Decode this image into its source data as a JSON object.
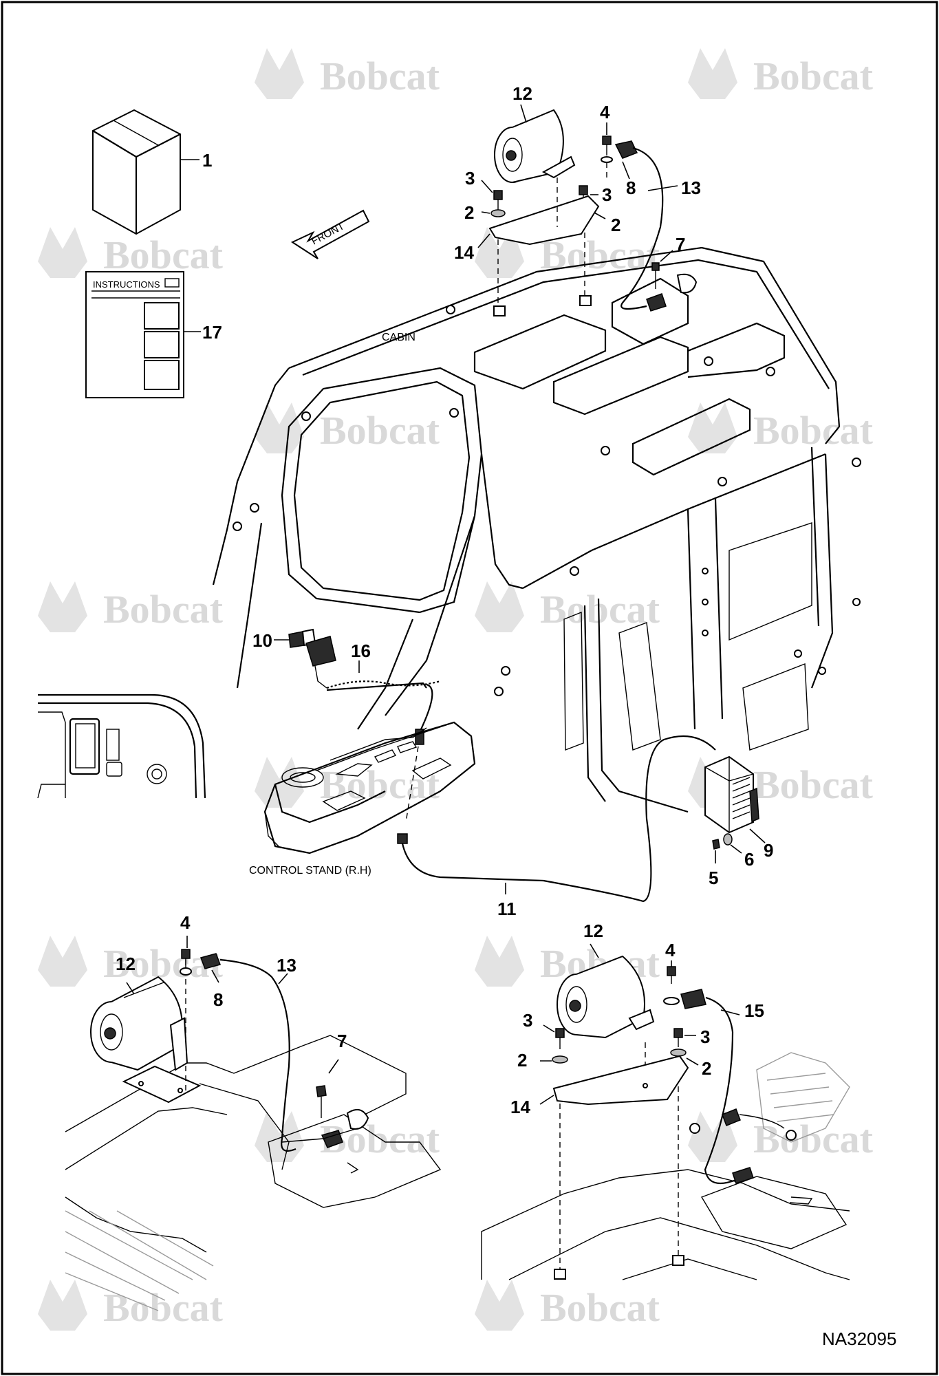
{
  "diagram": {
    "figure_id": "NA32095",
    "watermark_text": "Bobcat",
    "area_labels": {
      "cabin": "CABIN",
      "control_stand": "CONTROL STAND (R.H)",
      "front_arrow": "FRONT",
      "instructions": "INSTRUCTIONS"
    },
    "callouts": {
      "c1": "1",
      "c17": "17",
      "c12_top": "12",
      "c4_top": "4",
      "c3_top_left": "3",
      "c3_top_right": "3",
      "c8_top": "8",
      "c13_top": "13",
      "c2_top_left": "2",
      "c2_top_right": "2",
      "c14_top": "14",
      "c7_top": "7",
      "c10": "10",
      "c16": "16",
      "c9": "9",
      "c6": "6",
      "c5": "5",
      "c11": "11",
      "c4_bl": "4",
      "c12_bl": "12",
      "c13_bl": "13",
      "c8_bl": "8",
      "c7_bl": "7",
      "c12_br": "12",
      "c4_br": "4",
      "c15_br": "15",
      "c3_br_left": "3",
      "c3_br_right": "3",
      "c2_br_left": "2",
      "c2_br_right": "2",
      "c14_br": "14"
    },
    "colors": {
      "line": "#000000",
      "watermark": "#d9d9d9",
      "background": "#ffffff"
    }
  }
}
